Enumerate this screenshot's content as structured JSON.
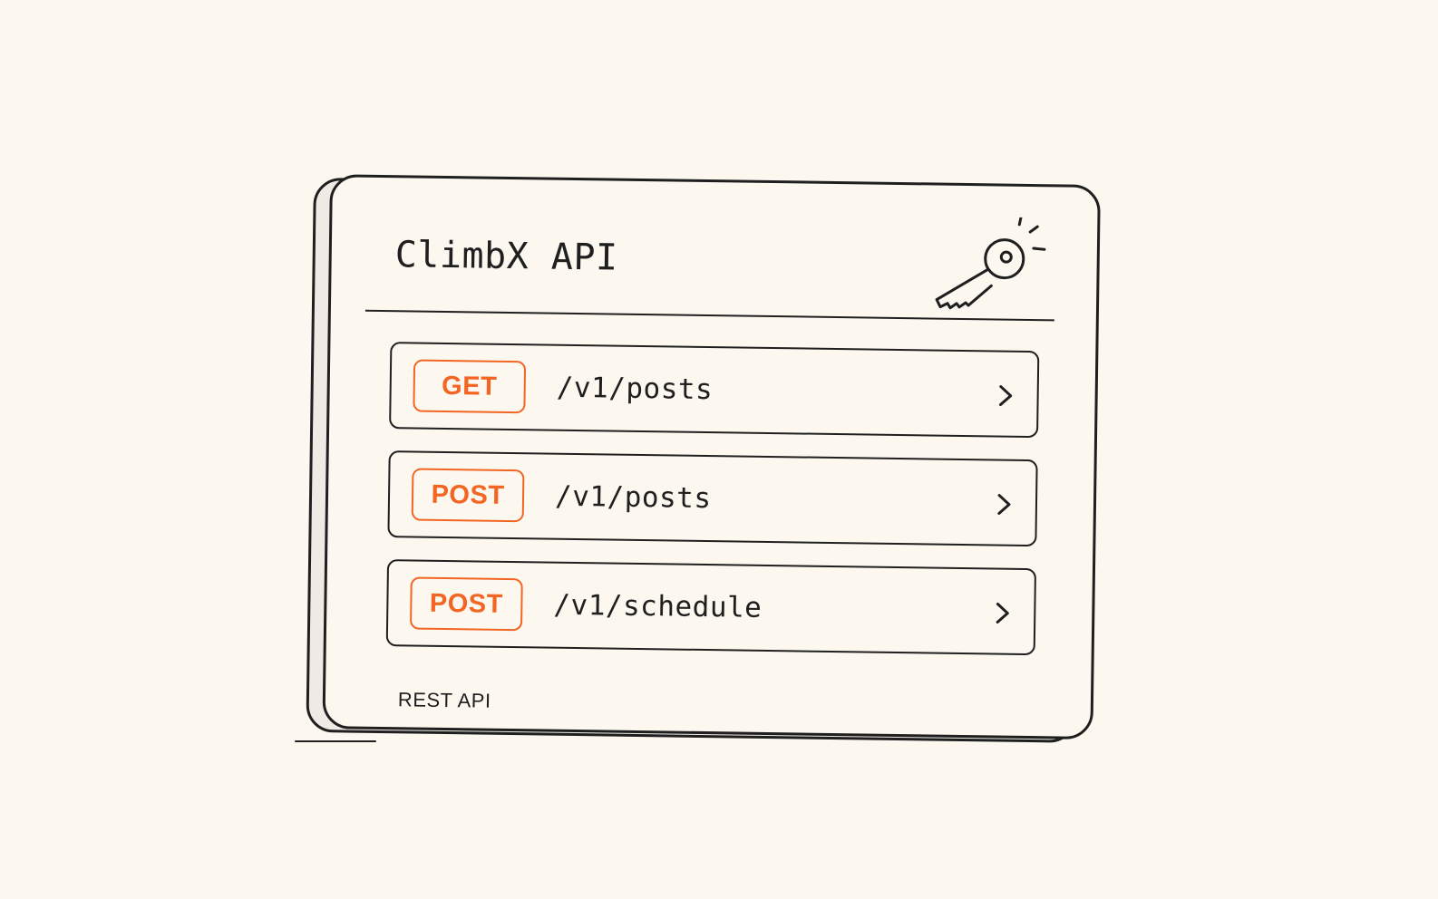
{
  "card": {
    "title": "ClimbX API",
    "footer": "REST API",
    "icon": "key-icon",
    "accent_color": "#f26522",
    "ink_color": "#1f1f1f",
    "background_color": "#fcf7ef"
  },
  "endpoints": [
    {
      "method": "GET",
      "path": "/v1/posts",
      "icon": "chevron-right-icon"
    },
    {
      "method": "POST",
      "path": "/v1/posts",
      "icon": "chevron-right-icon"
    },
    {
      "method": "POST",
      "path": "/v1/schedule",
      "icon": "chevron-right-icon"
    }
  ]
}
